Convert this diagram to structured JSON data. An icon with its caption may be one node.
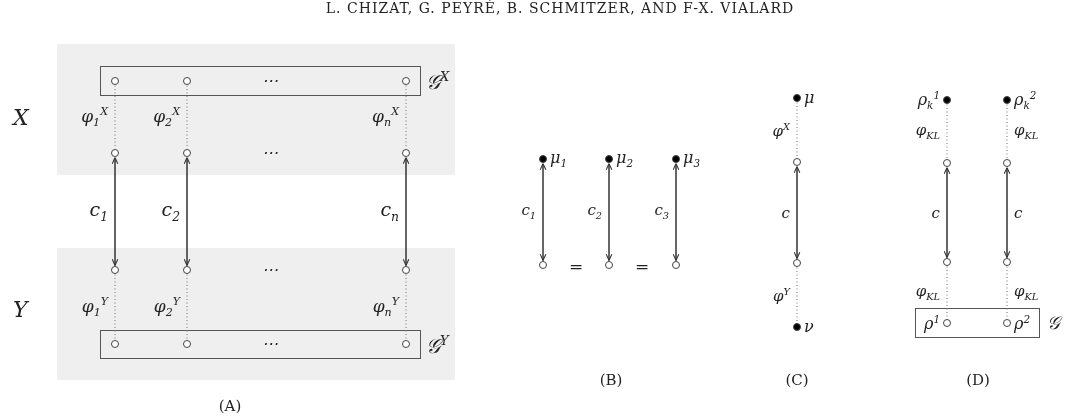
{
  "diagram": {
    "nodes": [
      {
        "text": [
          "X"
        ]
      },
      {
        "text": [
          "𝒢$^{X}$"
        ],
        "in": 0
      },
      {
        "text": [],
        "shape": "circle",
        "in": 1
      },
      {
        "text": [],
        "shape": "circle",
        "in": 1
      },
      {
        "text": [],
        "shape": "circle",
        "in": 1
      },
      {
        "text": [],
        "shape": "circle",
        "in": 0
      },
      {
        "text": [],
        "shape": "circle",
        "in": 0
      },
      {
        "text": [],
        "shape": "circle",
        "in": 0
      },
      {
        "text": [
          "Y"
        ]
      },
      {
        "text": [],
        "shape": "circle",
        "in": 8
      },
      {
        "text": [],
        "shape": "circle",
        "in": 8
      },
      {
        "text": [],
        "shape": "circle",
        "in": 8
      },
      {
        "text": [
          "𝒢$^{Y}$"
        ],
        "in": 8
      },
      {
        "text": [],
        "shape": "circle",
        "in": 12
      },
      {
        "text": [],
        "shape": "circle",
        "in": 12
      },
      {
        "text": [],
        "shape": "circle",
        "in": 12
      },
      {
        "text": [],
        "shape": "circle",
        "beside": [
          "μ$_{1}$"
        ]
      },
      {
        "text": [],
        "shape": "circle",
        "beside": [
          "μ$_{2}$"
        ]
      },
      {
        "text": [],
        "shape": "circle",
        "beside": [
          "μ$_{3}$"
        ]
      },
      {
        "text": [],
        "shape": "circle"
      },
      {
        "text": [],
        "shape": "circle"
      },
      {
        "text": [],
        "shape": "circle"
      },
      {
        "text": [],
        "shape": "circle",
        "beside": [
          "μ"
        ]
      },
      {
        "text": [],
        "shape": "circle"
      },
      {
        "text": [],
        "shape": "circle"
      },
      {
        "text": [],
        "shape": "circle",
        "beside": [
          "ν"
        ]
      },
      {
        "text": [],
        "shape": "circle",
        "beside": [
          "ρ$_{k}$$^{1}$"
        ]
      },
      {
        "text": [],
        "shape": "circle",
        "beside": [
          "ρ$_{k}$$^{2}$"
        ]
      },
      {
        "text": [],
        "shape": "circle"
      },
      {
        "text": [],
        "shape": "circle"
      },
      {
        "text": [],
        "shape": "circle"
      },
      {
        "text": [],
        "shape": "circle"
      },
      {
        "text": [
          "𝒢"
        ]
      },
      {
        "text": [],
        "shape": "circle",
        "in": 32,
        "beside": [
          "ρ$^{1}$"
        ]
      },
      {
        "text": [],
        "shape": "circle",
        "in": 32,
        "beside": [
          "ρ$^{2}$"
        ]
      }
    ],
    "edges": [
      {
        "from": 2,
        "to": 5,
        "arrow": "none",
        "style": "dashed",
        "label": "φ$_{1}$$^{X}$"
      },
      {
        "from": 3,
        "to": 6,
        "arrow": "none",
        "style": "dashed",
        "label": "φ$_{2}$$^{X}$"
      },
      {
        "from": 4,
        "to": 7,
        "arrow": "none",
        "style": "dashed",
        "label": "φ$_{n}$$^{X}$"
      },
      {
        "from": 5,
        "to": 9,
        "arrow": "both",
        "label": "c$_{1}$"
      },
      {
        "from": 6,
        "to": 10,
        "arrow": "both",
        "label": "c$_{2}$"
      },
      {
        "from": 7,
        "to": 11,
        "arrow": "both",
        "label": "c$_{n}$"
      },
      {
        "from": 9,
        "to": 13,
        "arrow": "none",
        "style": "dashed",
        "label": "φ$_{1}$$^{Y}$"
      },
      {
        "from": 10,
        "to": 14,
        "arrow": "none",
        "style": "dashed",
        "label": "φ$_{2}$$^{Y}$"
      },
      {
        "from": 11,
        "to": 15,
        "arrow": "none",
        "style": "dashed",
        "label": "φ$_{n}$$^{Y}$"
      },
      {
        "from": 16,
        "to": 19,
        "arrow": "both",
        "label": "c$_{1}$"
      },
      {
        "from": 17,
        "to": 20,
        "arrow": "both",
        "label": "c$_{2}$"
      },
      {
        "from": 18,
        "to": 21,
        "arrow": "both",
        "label": "c$_{3}$"
      },
      {
        "from": 22,
        "to": 23,
        "arrow": "none",
        "style": "dashed",
        "label": "φ$^{X}$"
      },
      {
        "from": 23,
        "to": 24,
        "arrow": "both",
        "label": "c"
      },
      {
        "from": 24,
        "to": 25,
        "arrow": "none",
        "style": "dashed",
        "label": "φ$^{Y}$"
      },
      {
        "from": 26,
        "to": 28,
        "arrow": "none",
        "style": "dashed",
        "label": "φ$_{KL}$"
      },
      {
        "from": 27,
        "to": 29,
        "arrow": "none",
        "style": "dashed",
        "label": "φ$_{KL}$"
      },
      {
        "from": 28,
        "to": 30,
        "arrow": "both",
        "label": "c"
      },
      {
        "from": 29,
        "to": 31,
        "arrow": "both",
        "label": "c"
      },
      {
        "from": 30,
        "to": 33,
        "arrow": "none",
        "style": "dashed",
        "label": "φ$_{KL}$"
      },
      {
        "from": 31,
        "to": 34,
        "arrow": "none",
        "style": "dashed",
        "label": "φ$_{KL}$"
      }
    ],
    "labels": [
      "L. CHIZAT, G. PEYRÉ, B. SCHMITZER, AND F-X. VIALARD",
      "⋯",
      "⋯",
      "⋯",
      "⋯",
      "(A)",
      "=",
      "=",
      "(B)",
      "(C)",
      "(D)"
    ]
  }
}
